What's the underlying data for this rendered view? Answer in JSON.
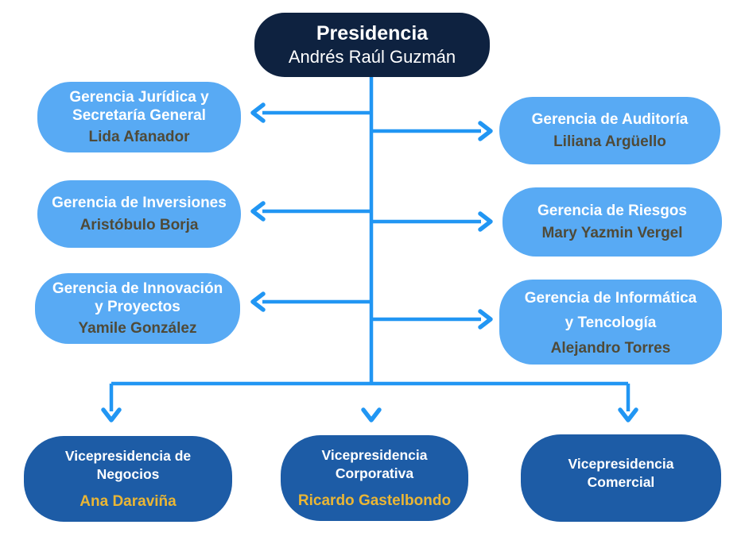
{
  "colors": {
    "root_box_bg": "#0E2240",
    "manager_box_bg": "#58AAF4",
    "vp_box_bg": "#1D5CA6",
    "connector_line": "#2196F3",
    "box_title_text": "#FFFFFF",
    "manager_name_text": "#4F4A38",
    "vp_name_text": "#EAB635"
  },
  "org": {
    "root": {
      "title": "Presidencia",
      "name": "Andrés Raúl Guzmán"
    },
    "left": [
      {
        "title": "Gerencia Jurídica y\nSecretaría General",
        "name": "Lida Afanador"
      },
      {
        "title": "Gerencia de Inversiones",
        "name": "Aristóbulo Borja"
      },
      {
        "title": "Gerencia de Innovación\ny Proyectos",
        "name": "Yamile González"
      }
    ],
    "right": [
      {
        "title": "Gerencia de Auditoría",
        "name": "Liliana Argüello"
      },
      {
        "title": "Gerencia de Riesgos",
        "name": "Mary Yazmin Vergel"
      },
      {
        "title": "Gerencia de Informática\ny Tencología",
        "name": "Alejandro Torres"
      }
    ],
    "bottom": [
      {
        "title": "Vicepresidencia de\nNegocios",
        "name": "Ana Daraviña"
      },
      {
        "title": "Vicepresidencia\nCorporativa",
        "name": "Ricardo Gastelbondo"
      },
      {
        "title": "Vicepresidencia\nComercial"
      }
    ]
  }
}
